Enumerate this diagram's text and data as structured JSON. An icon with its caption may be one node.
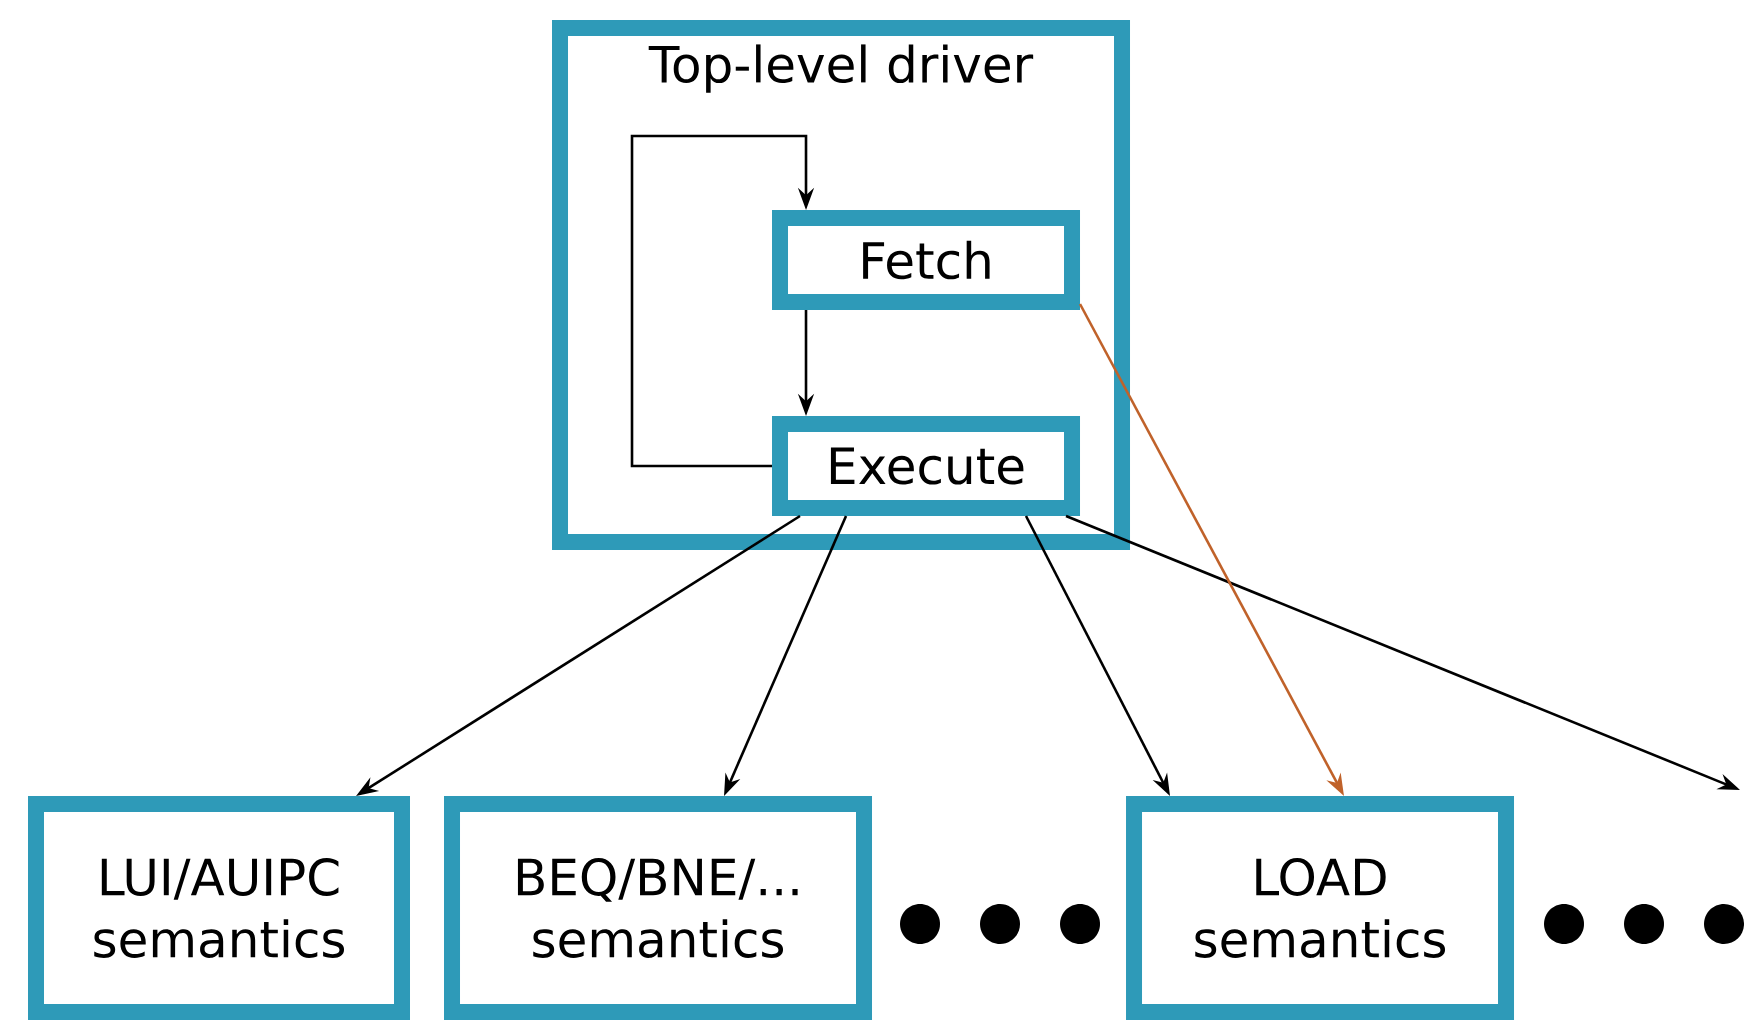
{
  "diagram": {
    "nodes": [
      {
        "text": [
          "Top-level driver"
        ]
      },
      {
        "text": [
          "Fetch"
        ],
        "in": 0
      },
      {
        "text": [
          "Execute"
        ],
        "in": 0
      },
      {
        "text": [
          "LUI/AUIPC semantics"
        ]
      },
      {
        "text": [
          "BEQ/BNE/... semantics"
        ]
      },
      {
        "text": [
          "LOAD semantics"
        ]
      }
    ],
    "edges": [
      {
        "from": 2,
        "to": 1,
        "arrow": "to"
      },
      {
        "from": 1,
        "to": 2,
        "arrow": "to"
      },
      {
        "from": 2,
        "to": 3,
        "arrow": "to"
      },
      {
        "from": 2,
        "to": 4,
        "arrow": "to"
      },
      {
        "from": 2,
        "to": 5,
        "arrow": "to"
      },
      {
        "from": 2,
        "to": null,
        "arrow": "to"
      },
      {
        "from": 1,
        "to": 5,
        "arrow": "to",
        "color": "#c0622a"
      }
    ]
  }
}
